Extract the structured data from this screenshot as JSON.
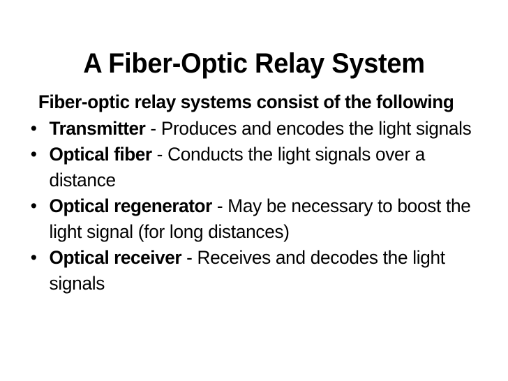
{
  "slide": {
    "title": "A Fiber-Optic Relay System",
    "lead_line": "Fiber-optic relay systems consist of the following",
    "bullet_marker": "•",
    "separator": " - ",
    "text_color": "#000000",
    "background_color": "#ffffff",
    "bullets": [
      {
        "term": "Transmitter",
        "separator": " - ",
        "description": "Produces and encodes the light signals"
      },
      {
        "term": "Optical fiber",
        "separator": " - ",
        "description": "Conducts the light signals over a distance"
      },
      {
        "term": "Optical regenerator",
        "separator": " - ",
        "description": "May be necessary to boost the light signal (for long distances)"
      },
      {
        "term": "Optical receiver",
        "separator": " - ",
        "description": "Receives and decodes the light signals"
      }
    ]
  }
}
